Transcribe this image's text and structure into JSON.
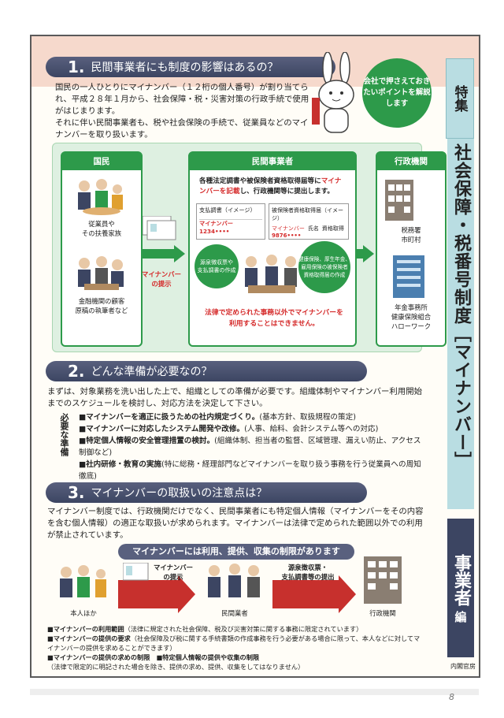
{
  "sidebar": {
    "tokushu": "特集",
    "title": "社会保障・税番号制度［マイナンバー］",
    "jigyousha": "事業者",
    "hen": "編",
    "agency": "内閣官房"
  },
  "bubble": "会社で押さえておきたいポイントを解説します",
  "q1": {
    "num": "1.",
    "heading": "民間事業者にも制度の影響はあるの？",
    "body1": "国民の一人ひとりにマイナンバー（１２桁の個人番号）が割り当てられ、平成２８年１月から、社会保障・税・災害対策の行政手続で使用がはじまります。",
    "body2": "それに伴い民間事業者も、税や社会保険の手続で、従業員などのマイナンバーを取り扱います。"
  },
  "diagram": {
    "col1_head": "国民",
    "col1_a": "従業員や\nその扶養家族",
    "col1_b": "金融機関の顧客\n原稿の執筆者など",
    "arrow_label": "マイナンバー\nの提示",
    "col2_head": "民間事業者",
    "col2_intro_a": "各種法定調書や被保険者資格取得届等に",
    "col2_intro_red": "マイナンバーを記載",
    "col2_intro_b": "し、行政機関等に提出します。",
    "doc1_title": "支払調書（イメージ）",
    "doc1_line": "マイナンバー1234••••",
    "doc2_title": "被保険者資格取得届（イメージ）",
    "doc2_col1": "マイナンバー",
    "doc2_col2": "氏名",
    "doc2_col3": "資格取得",
    "doc2_val": "9876••••",
    "circle_left": "源泉徴収票や\n支払調書の作成",
    "circle_right": "健康保険、厚生年金、\n雇用保険の被保険者\n資格取得届の作成",
    "warning": "法律で定められた事務以外でマイナンバーを\n利用することはできません。",
    "col3_head": "行政機関",
    "col3_a": "税務署\n市町村",
    "col3_b": "年金事務所\n健康保険組合\nハローワーク"
  },
  "q2": {
    "num": "2.",
    "heading": "どんな準備が必要なの？",
    "body": "まずは、対象業務を洗い出した上で、組織としての準備が必要です。組織体制やマイナンバー利用開始までのスケジュールを検討し、対応方法を決定して下さい。",
    "label": "必要な準備",
    "items": [
      {
        "bold": "■マイナンバーを適正に扱うための社内規定づくり。",
        "normal": "(基本方針、取扱規程の策定)"
      },
      {
        "bold": "■マイナンバーに対応したシステム開発や改修。",
        "normal": "(人事、給料、会計システム等への対応)"
      },
      {
        "bold": "■特定個人情報の安全管理措置の検討。",
        "normal": "(組織体制、担当者の監督、区域管理、漏えい防止、アクセス制御など)"
      },
      {
        "bold": "■社内研修・教育の実施",
        "normal": "(特に総務・経理部門などマイナンバーを取り扱う事務を行う従業員への周知徹底)"
      }
    ]
  },
  "q3": {
    "num": "3.",
    "heading": "マイナンバーの取扱いの注意点は？",
    "body": "マイナンバー制度では、行政機関だけでなく、民間事業者にも特定個人情報（マイナンバーをその内容を含む個人情報）の適正な取扱いが求められます。マイナンバーは法律で定められた範囲以外での利用が禁止されています。",
    "limit_bar": "マイナンバーには利用、提供、収集の制限があります",
    "flow_person": "本人ほか",
    "flow_arrow1": "マイナンバー\nの提示",
    "flow_company": "民間業者",
    "flow_arrow2": "源泉徴収票・\n支払調書等の提出",
    "flow_gov": "行政機関",
    "notes": [
      {
        "bold": "■マイナンバーの利用範囲",
        "normal": "（法律に規定された社会保障、税及び災害対策に関する事務に限定されています）"
      },
      {
        "bold": "■マイナンバーの提供の要求",
        "normal": "（社会保障及び税に関する手続書類の作成事務を行う必要がある場合に限って、本人などに対してマイナンバーの提供を求めることができます）"
      },
      {
        "bold": "■マイナンバーの提供の求めの制限　■特定個人情報の提供や収集の制限",
        "normal": "（法律で限定的に明記された場合を除き、提供の求め、提供、収集をしてはなりません）"
      }
    ]
  },
  "page_number": "8"
}
